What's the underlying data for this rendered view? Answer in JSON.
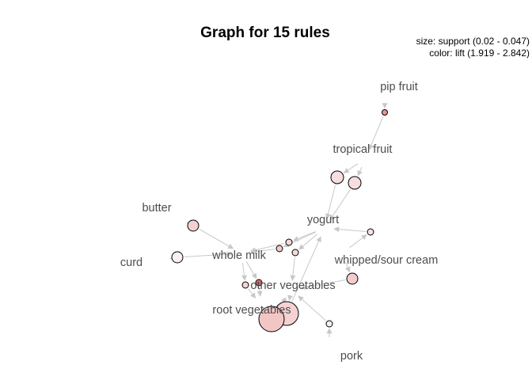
{
  "title": "Graph for 15 rules",
  "legend": {
    "size": "size: support (0.02 - 0.047)",
    "color": "color: lift (1.919 - 2.842)"
  },
  "colors": {
    "edge": "#c8c8c8",
    "label": "#4d4d4d",
    "lift_low": "#f8e8e8",
    "lift_high": "#e05555"
  },
  "items": [
    {
      "id": "pip_fruit",
      "label": "pip fruit"
    },
    {
      "id": "tropical_fruit",
      "label": "tropical fruit"
    },
    {
      "id": "butter",
      "label": "butter"
    },
    {
      "id": "yogurt",
      "label": "yogurt"
    },
    {
      "id": "curd",
      "label": "curd"
    },
    {
      "id": "whole_milk",
      "label": "whole milk"
    },
    {
      "id": "whipped_sour_cream",
      "label": "whipped/sour cream"
    },
    {
      "id": "other_vegetables",
      "label": "other vegetables"
    },
    {
      "id": "root_vegetables",
      "label": "root vegetables"
    },
    {
      "id": "pork",
      "label": "pork"
    }
  ]
}
